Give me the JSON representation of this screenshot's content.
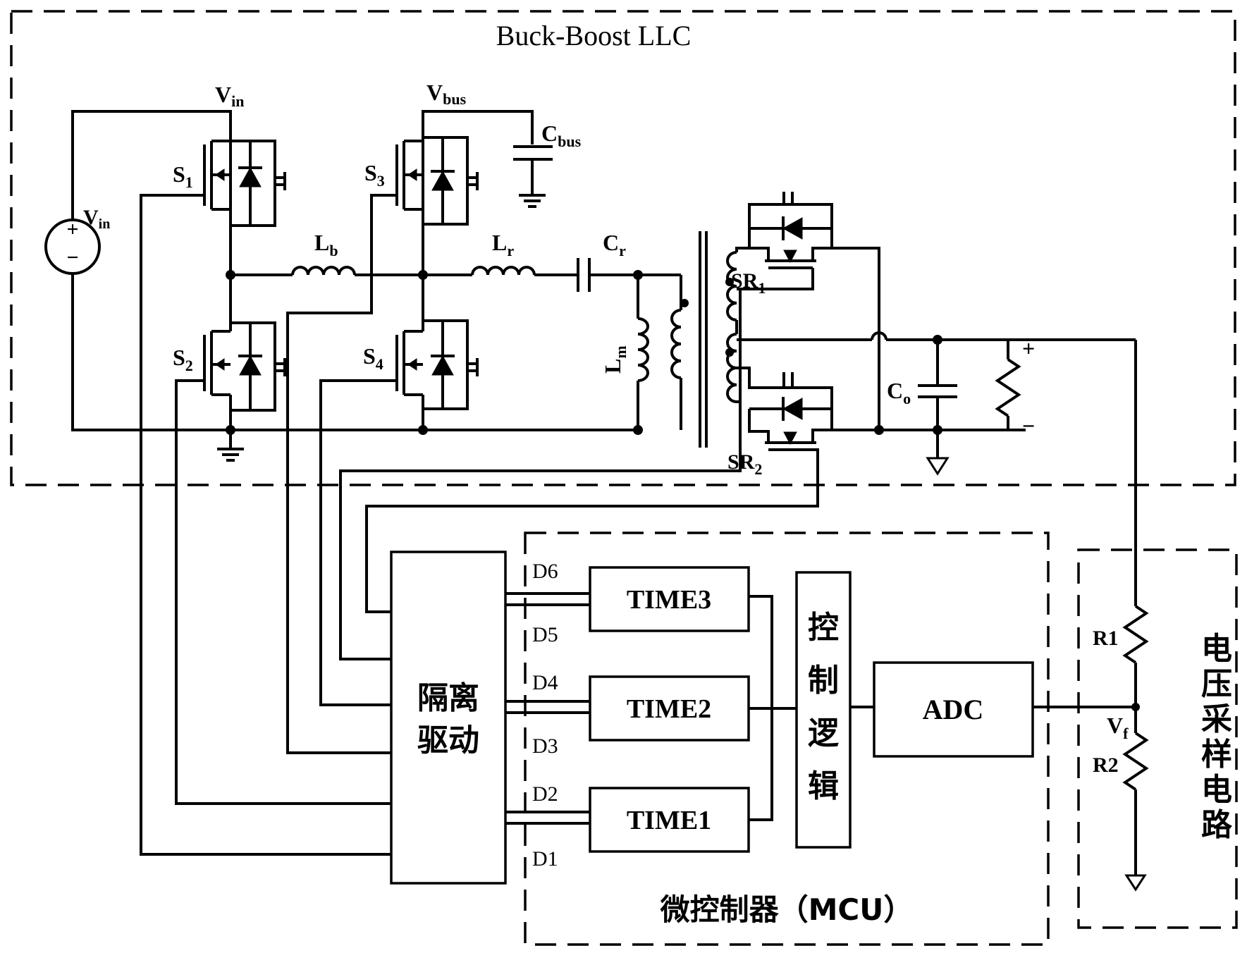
{
  "outer_box": {
    "title": "Buck-Boost LLC"
  },
  "labels": {
    "vin_top": "V",
    "vin_top_sub": "in",
    "vbus": "V",
    "vbus_sub": "bus",
    "cbus": "C",
    "cbus_sub": "bus",
    "vin_src": "V",
    "vin_src_sub": "in",
    "s1": "S",
    "s1_sub": "1",
    "s2": "S",
    "s2_sub": "2",
    "s3": "S",
    "s3_sub": "3",
    "s4": "S",
    "s4_sub": "4",
    "lb": "L",
    "lb_sub": "b",
    "lr": "L",
    "lr_sub": "r",
    "cr": "C",
    "cr_sub": "r",
    "lm": "L",
    "lm_sub": "m",
    "sr1": "SR",
    "sr1_sub": "1",
    "sr2": "SR",
    "sr2_sub": "2",
    "co": "C",
    "co_sub": "o",
    "plus": "+",
    "minus": "−",
    "src_plus": "+",
    "src_minus": "−"
  },
  "driver_block": {
    "line1": "隔离",
    "line2": "驱动"
  },
  "mcu": {
    "caption": "微控制器（MCU）",
    "pins": [
      "D1",
      "D2",
      "D3",
      "D4",
      "D5",
      "D6"
    ],
    "timers": [
      "TIME3",
      "TIME2",
      "TIME1"
    ],
    "logic_chars": [
      "控",
      "制",
      "逻",
      "辑"
    ],
    "adc": "ADC"
  },
  "sampling": {
    "title_chars": [
      "电",
      "压",
      "采",
      "样",
      "电",
      "路"
    ],
    "r1": "R1",
    "r2": "R2",
    "vf": "V",
    "vf_sub": "f"
  }
}
